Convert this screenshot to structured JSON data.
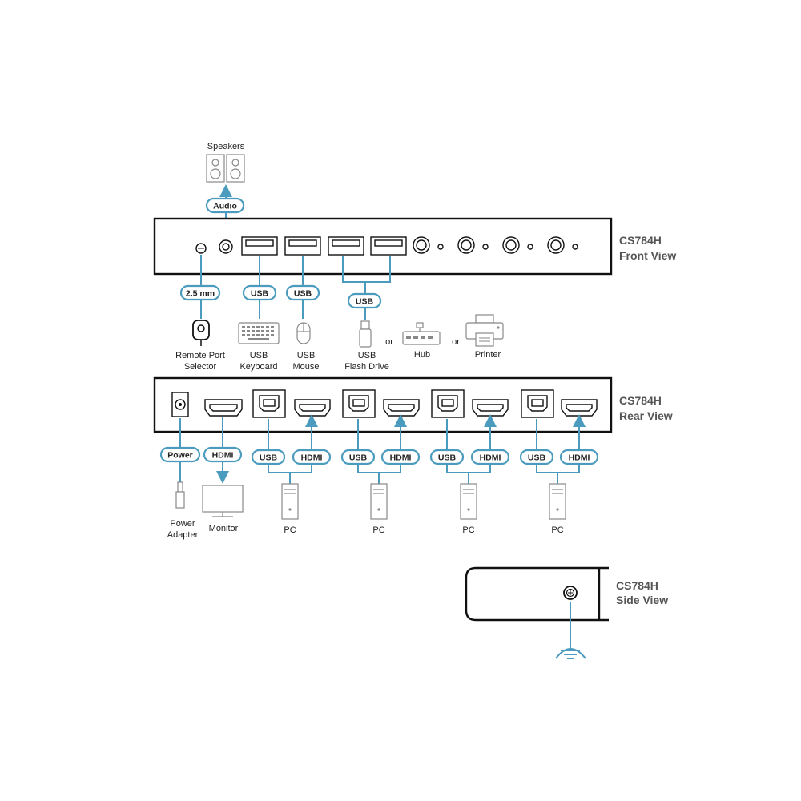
{
  "front": {
    "title_line1": "CS784H",
    "title_line2": "Front View",
    "speakers_label": "Speakers",
    "audio_pill": "Audio",
    "pill_25mm": "2.5 mm",
    "remote_line1": "Remote Port",
    "remote_line2": "Selector",
    "usb_pill": "USB",
    "keyboard_line1": "USB",
    "keyboard_line2": "Keyboard",
    "mouse_line1": "USB",
    "mouse_line2": "Mouse",
    "flash_line1": "USB",
    "flash_line2": "Flash Drive",
    "or": "or",
    "hub": "Hub",
    "printer": "Printer"
  },
  "rear": {
    "title_line1": "CS784H",
    "title_line2": "Rear View",
    "power_pill": "Power",
    "hdmi_pill": "HDMI",
    "usb_pill": "USB",
    "power_line1": "Power",
    "power_line2": "Adapter",
    "monitor": "Monitor",
    "pc": "PC"
  },
  "side": {
    "title_line1": "CS784H",
    "title_line2": "Side View"
  },
  "colors": {
    "accent": "#4a9bbd",
    "device_gray": "#888888",
    "outline": "#111111"
  }
}
